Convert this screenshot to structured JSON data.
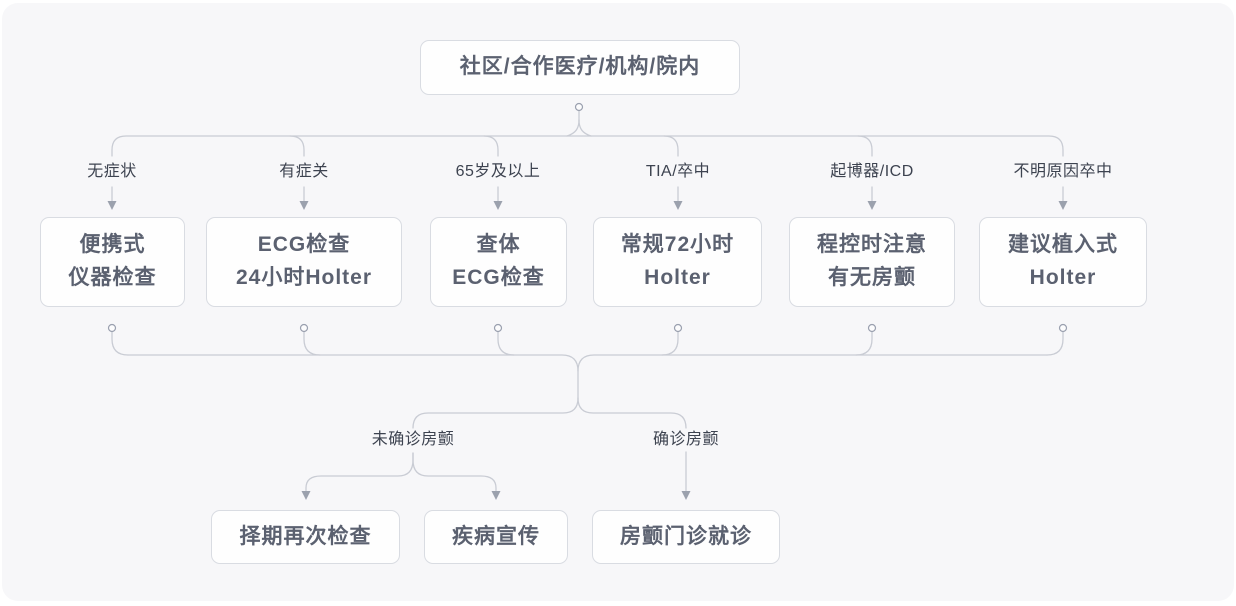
{
  "diagram": {
    "root": {
      "label": "社区/合作医疗/机构/院内"
    },
    "branches": [
      {
        "condition": "无症状",
        "node": [
          "便携式",
          "仪器检查"
        ]
      },
      {
        "condition": "有症关",
        "node": [
          "ECG检查",
          "24小时Holter"
        ]
      },
      {
        "condition": "65岁及以上",
        "node": [
          "查体",
          "ECG检查"
        ]
      },
      {
        "condition": "TIA/卒中",
        "node": [
          "常规72小时",
          "Holter"
        ]
      },
      {
        "condition": "起博器/ICD",
        "node": [
          "程控时注意",
          "有无房颤"
        ]
      },
      {
        "condition": "不明原因卒中",
        "node": [
          "建议植入式",
          "Holter"
        ]
      }
    ],
    "outcomes": [
      {
        "condition": "未确诊房颤",
        "nodes": [
          "择期再次检查",
          "疾病宣传"
        ]
      },
      {
        "condition": "确诊房颤",
        "nodes": [
          "房颤门诊就诊"
        ]
      }
    ],
    "colors": {
      "canvas_bg": "#f7f7f9",
      "node_bg": "#fefefe",
      "node_border": "#d9dce2",
      "node_text": "#5b6170",
      "label_text": "#3d4350",
      "line": "#c9ccd4",
      "arrow": "#9ba1ad",
      "port": "#9aa0af"
    }
  }
}
